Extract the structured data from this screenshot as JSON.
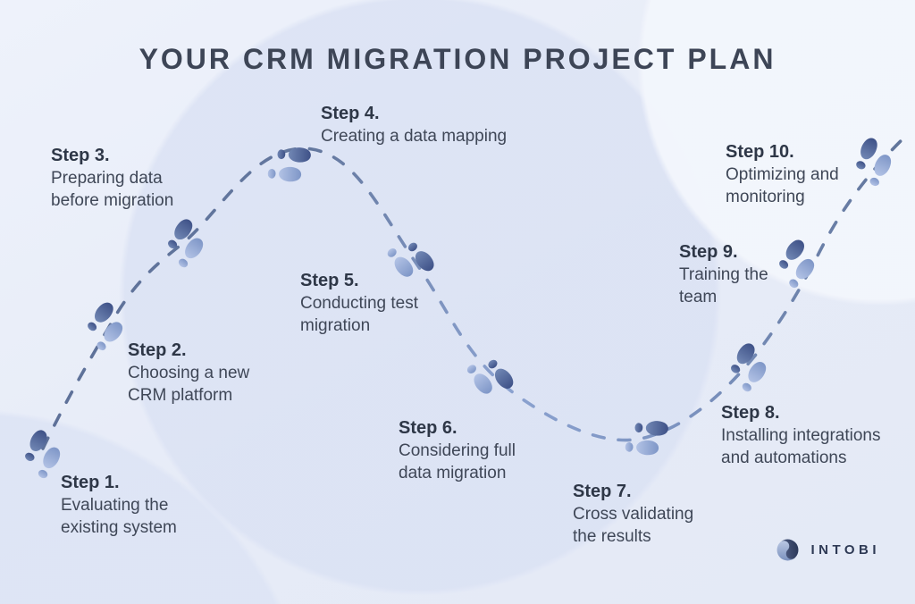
{
  "title": "YOUR CRM MIGRATION PROJECT PLAN",
  "steps": [
    {
      "num": "Step 1.",
      "line1": "Evaluating the",
      "line2": "existing system"
    },
    {
      "num": "Step 2.",
      "line1": "Choosing a new",
      "line2": "CRM platform"
    },
    {
      "num": "Step 3.",
      "line1": "Preparing data",
      "line2": "before migration"
    },
    {
      "num": "Step 4.",
      "line1": "Creating a data mapping",
      "line2": ""
    },
    {
      "num": "Step 5.",
      "line1": "Conducting test",
      "line2": "migration"
    },
    {
      "num": "Step 6.",
      "line1": "Considering full",
      "line2": "data migration"
    },
    {
      "num": "Step 7.",
      "line1": "Cross validating",
      "line2": "the results"
    },
    {
      "num": "Step 8.",
      "line1": "Installing integrations",
      "line2": "and automations"
    },
    {
      "num": "Step 9.",
      "line1": "Training the",
      "line2": "team"
    },
    {
      "num": "Step 10.",
      "line1": "Optimizing and",
      "line2": "monitoring"
    }
  ],
  "logo": {
    "text": "INTOBI"
  },
  "icons": {
    "footprints": "footprints-icon",
    "path": "dashed-walking-path-icon",
    "brand_mark": "intobi-sphere-icon"
  },
  "colors": {
    "background": "#e7ecf7",
    "background_circle": "#dbe2f4",
    "title": "#3d4556",
    "step_number": "#2e3747",
    "step_text": "#3f4757",
    "footprint_dark": "#41548a",
    "footprint_light": "#8099cb",
    "dash_line": "#6d82ab",
    "logo_text": "#2e3a55"
  }
}
